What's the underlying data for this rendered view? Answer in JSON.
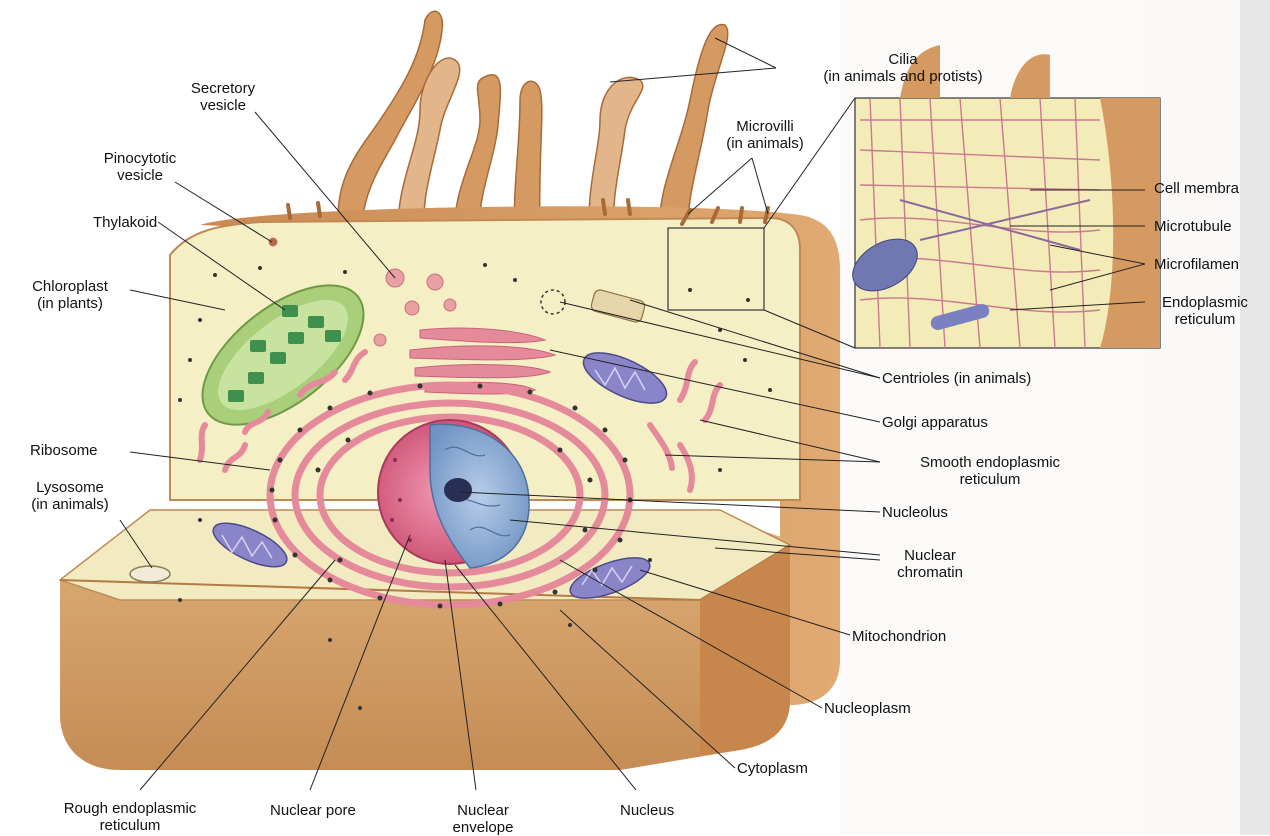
{
  "labels": {
    "cilia": {
      "line1": "Cilia",
      "line2": "(in animals and protists)"
    },
    "secretory_vesicle": {
      "line1": "Secretory",
      "line2": "vesicle"
    },
    "pinocytotic_vesicle": {
      "line1": "Pinocytotic",
      "line2": "vesicle"
    },
    "thylakoid": "Thylakoid",
    "chloroplast": {
      "line1": "Chloroplast",
      "line2": "(in plants)"
    },
    "microvilli": {
      "line1": "Microvilli",
      "line2": "(in animals)"
    },
    "cell_membrane": "Cell membra",
    "microtubule": "Microtubule",
    "microfilament": "Microfilamen",
    "endoplasmic_reticulum": {
      "line1": "Endoplasmic",
      "line2": "reticulum"
    },
    "centrioles": "Centrioles (in animals)",
    "golgi": "Golgi apparatus",
    "smooth_er": {
      "line1": "Smooth endoplasmic",
      "line2": "reticulum"
    },
    "ribosome": "Ribosome",
    "lysosome": {
      "line1": "Lysosome",
      "line2": "(in animals)"
    },
    "nucleolus": "Nucleolus",
    "nuclear_chromatin": {
      "line1": "Nuclear",
      "line2": "chromatin"
    },
    "mitochondrion": "Mitochondrion",
    "nucleoplasm": "Nucleoplasm",
    "cytoplasm": "Cytoplasm",
    "rough_er": {
      "line1": "Rough endoplasmic",
      "line2": "reticulum"
    },
    "nuclear_pore": "Nuclear pore",
    "nuclear_envelope": {
      "line1": "Nuclear",
      "line2": "envelope"
    },
    "nucleus": "Nucleus"
  },
  "colors": {
    "cytoplasm": "#f5efc6",
    "cell_side": "#d49a62",
    "cell_side_dark": "#b97840",
    "er_pink": "#e58a9a",
    "nucleus_pink": "#d95d80",
    "nucleus_blue": "#8fb0d8",
    "mito_purple": "#8a85c8",
    "chloroplast_green": "#a9cf7a",
    "leader_line": "#222222"
  }
}
